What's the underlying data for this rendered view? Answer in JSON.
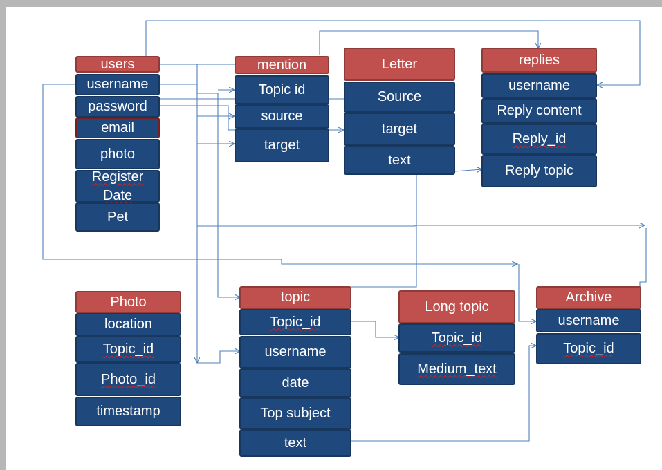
{
  "diagram": {
    "entities": {
      "users": {
        "title": "users",
        "fields": [
          "username",
          "password",
          "email",
          "photo",
          "Register Date",
          "Pet"
        ]
      },
      "mention": {
        "title": "mention",
        "fields": [
          "Topic id",
          "source",
          "target"
        ]
      },
      "letter": {
        "title": "Letter",
        "fields": [
          "Source",
          "target",
          "text"
        ]
      },
      "replies": {
        "title": "replies",
        "fields": [
          "username",
          "Reply content",
          "Reply_id",
          "Reply topic"
        ]
      },
      "photo": {
        "title": "Photo",
        "fields": [
          "location",
          "Topic_id",
          "Photo_id",
          "timestamp"
        ]
      },
      "topic": {
        "title": "topic",
        "fields": [
          "Topic_id",
          "username",
          "date",
          "Top subject",
          "text"
        ]
      },
      "long_topic": {
        "title": "Long topic",
        "fields": [
          "Topic_id",
          "Medium_text"
        ]
      },
      "archive": {
        "title": "Archive",
        "fields": [
          "username",
          "Topic_id"
        ]
      }
    },
    "colors": {
      "header_fill": "#c0504d",
      "field_fill": "#1f497d",
      "connector": "#4f81bd",
      "canvas": "#ffffff",
      "frame": "#b7b7b7"
    }
  }
}
